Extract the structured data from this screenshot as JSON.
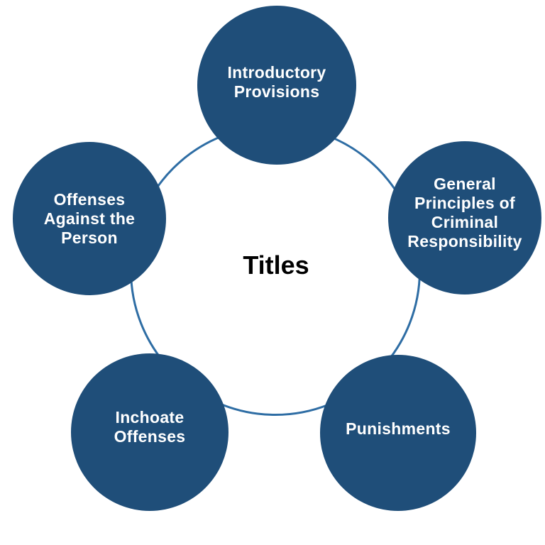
{
  "diagram": {
    "type": "cycle",
    "center_label": "Titles",
    "nodes": [
      {
        "id": "introductory-provisions",
        "position": "top",
        "label": "Introductory\nProvisions"
      },
      {
        "id": "general-principles",
        "position": "upper-right",
        "label": "General\nPrinciples of\nCriminal\nResponsibility"
      },
      {
        "id": "punishments",
        "position": "lower-right",
        "label": "Punishments"
      },
      {
        "id": "inchoate-offenses",
        "position": "lower-left",
        "label": "Inchoate\nOffenses"
      },
      {
        "id": "offenses-against-person",
        "position": "upper-left",
        "label": "Offenses\nAgainst the\nPerson"
      }
    ],
    "colors": {
      "background": "#FFFFFF",
      "node_fill": "#1F4E79",
      "ring_stroke": "#2E6DA4",
      "node_text": "#FFFFFF",
      "center_text": "#000000"
    }
  }
}
